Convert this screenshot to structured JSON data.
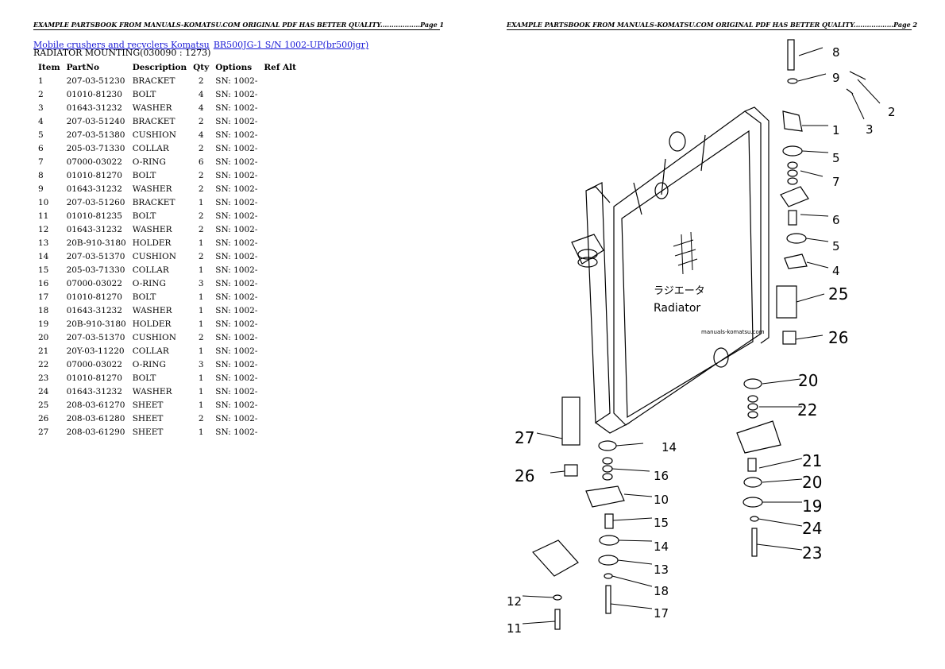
{
  "header": {
    "left": "EXAMPLE PARTSBOOK FROM MANUALS-KOMATSU.COM ORIGINAL PDF HAS BETTER QUALITY..................Page 1",
    "right": "EXAMPLE PARTSBOOK FROM MANUALS-KOMATSU.COM ORIGINAL PDF HAS BETTER QUALITY..................Page 2"
  },
  "breadcrumb": {
    "link1": "Mobile crushers and recyclers Komatsu",
    "link2": "BR500JG-1 S/N 1002-UP(br500jgr)"
  },
  "subtitle": "RADIATOR MOUNTING(030090 : 1273)",
  "table": {
    "headers": [
      "Item",
      "PartNo",
      "Description",
      "Qty",
      "Options",
      "Ref Alt"
    ],
    "rows": [
      [
        "1",
        "207-03-51230",
        "BRACKET",
        "2",
        "SN: 1002-"
      ],
      [
        "2",
        "01010-81230",
        "BOLT",
        "4",
        "SN: 1002-"
      ],
      [
        "3",
        "01643-31232",
        "WASHER",
        "4",
        "SN: 1002-"
      ],
      [
        "4",
        "207-03-51240",
        "BRACKET",
        "2",
        "SN: 1002-"
      ],
      [
        "5",
        "207-03-51380",
        "CUSHION",
        "4",
        "SN: 1002-"
      ],
      [
        "6",
        "205-03-71330",
        "COLLAR",
        "2",
        "SN: 1002-"
      ],
      [
        "7",
        "07000-03022",
        "O-RING",
        "6",
        "SN: 1002-"
      ],
      [
        "8",
        "01010-81270",
        "BOLT",
        "2",
        "SN: 1002-"
      ],
      [
        "9",
        "01643-31232",
        "WASHER",
        "2",
        "SN: 1002-"
      ],
      [
        "10",
        "207-03-51260",
        "BRACKET",
        "1",
        "SN: 1002-"
      ],
      [
        "11",
        "01010-81235",
        "BOLT",
        "2",
        "SN: 1002-"
      ],
      [
        "12",
        "01643-31232",
        "WASHER",
        "2",
        "SN: 1002-"
      ],
      [
        "13",
        "20B-910-3180",
        "HOLDER",
        "1",
        "SN: 1002-"
      ],
      [
        "14",
        "207-03-51370",
        "CUSHION",
        "2",
        "SN: 1002-"
      ],
      [
        "15",
        "205-03-71330",
        "COLLAR",
        "1",
        "SN: 1002-"
      ],
      [
        "16",
        "07000-03022",
        "O-RING",
        "3",
        "SN: 1002-"
      ],
      [
        "17",
        "01010-81270",
        "BOLT",
        "1",
        "SN: 1002-"
      ],
      [
        "18",
        "01643-31232",
        "WASHER",
        "1",
        "SN: 1002-"
      ],
      [
        "19",
        "20B-910-3180",
        "HOLDER",
        "1",
        "SN: 1002-"
      ],
      [
        "20",
        "207-03-51370",
        "CUSHION",
        "2",
        "SN: 1002-"
      ],
      [
        "21",
        "20Y-03-11220",
        "COLLAR",
        "1",
        "SN: 1002-"
      ],
      [
        "22",
        "07000-03022",
        "O-RING",
        "3",
        "SN: 1002-"
      ],
      [
        "23",
        "01010-81270",
        "BOLT",
        "1",
        "SN: 1002-"
      ],
      [
        "24",
        "01643-31232",
        "WASHER",
        "1",
        "SN: 1002-"
      ],
      [
        "25",
        "208-03-61270",
        "SHEET",
        "1",
        "SN: 1002-"
      ],
      [
        "26",
        "208-03-61280",
        "SHEET",
        "2",
        "SN: 1002-"
      ],
      [
        "27",
        "208-03-61290",
        "SHEET",
        "1",
        "SN: 1002-"
      ]
    ]
  },
  "diagram": {
    "radiator_label_jp": "ラジエータ",
    "radiator_label_en": "Radiator",
    "watermark": "manuals-komatsu.com",
    "callouts": [
      "8",
      "9",
      "2",
      "3",
      "1",
      "5",
      "7",
      "6",
      "5",
      "4",
      "25",
      "26",
      "20",
      "22",
      "27",
      "14",
      "26",
      "16",
      "10",
      "21",
      "20",
      "15",
      "19",
      "14",
      "24",
      "13",
      "23",
      "12",
      "18",
      "11",
      "17"
    ]
  }
}
